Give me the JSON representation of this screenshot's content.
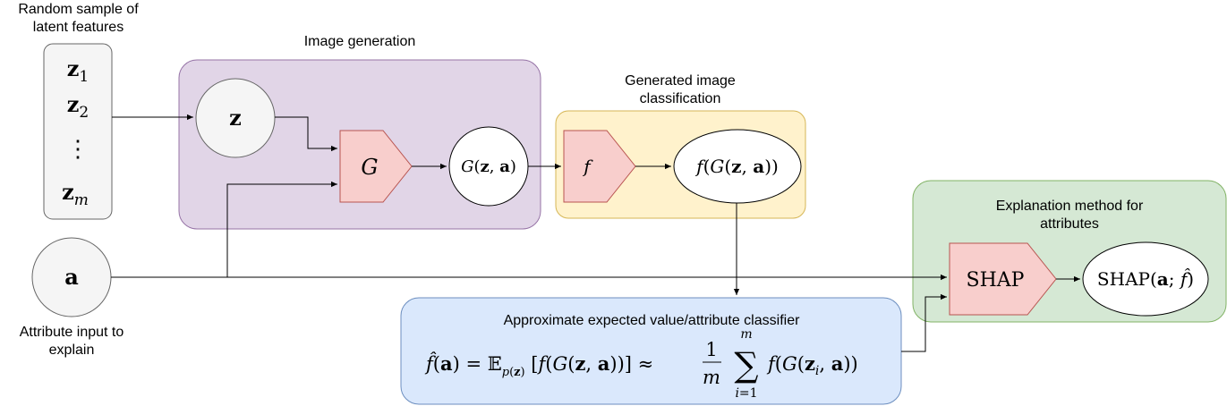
{
  "labels": {
    "latent_sample": [
      "Random sample of",
      "latent features"
    ],
    "image_generation": "Image generation",
    "generated_classification": [
      "Generated image",
      "classification"
    ],
    "explanation_method": [
      "Explanation method for",
      "attributes"
    ],
    "attribute_input": [
      "Attribute input to",
      "explain"
    ],
    "approximate_classifier": "Approximate expected value/attribute classifier"
  },
  "latent_list": [
    "z1",
    "z2",
    "⋮",
    "zm"
  ],
  "nodes": {
    "z": "z",
    "a": "a",
    "generator": "G",
    "generator_output": "G(z, a)",
    "classifier": "f",
    "classifier_output": "f(G(z, a))",
    "shap": "SHAP",
    "shap_output": "SHAP(a; f̂)"
  },
  "formula": "f̂(a) = E_p(z) [f(G(z, a))] ≈ (1/m) Σ_{i=1}^{m} f(G(z_i, a))",
  "colors": {
    "purple_fill": "#e1d5e7",
    "purple_stroke": "#9673a6",
    "yellow_fill": "#fff2cc",
    "yellow_stroke": "#d6b656",
    "green_fill": "#d5e8d4",
    "green_stroke": "#82b366",
    "blue_fill": "#dae8fc",
    "blue_stroke": "#6c8ebf",
    "red_fill": "#f8cecc",
    "red_stroke": "#b85450",
    "gray_fill": "#f5f5f5",
    "gray_stroke": "#666666"
  }
}
